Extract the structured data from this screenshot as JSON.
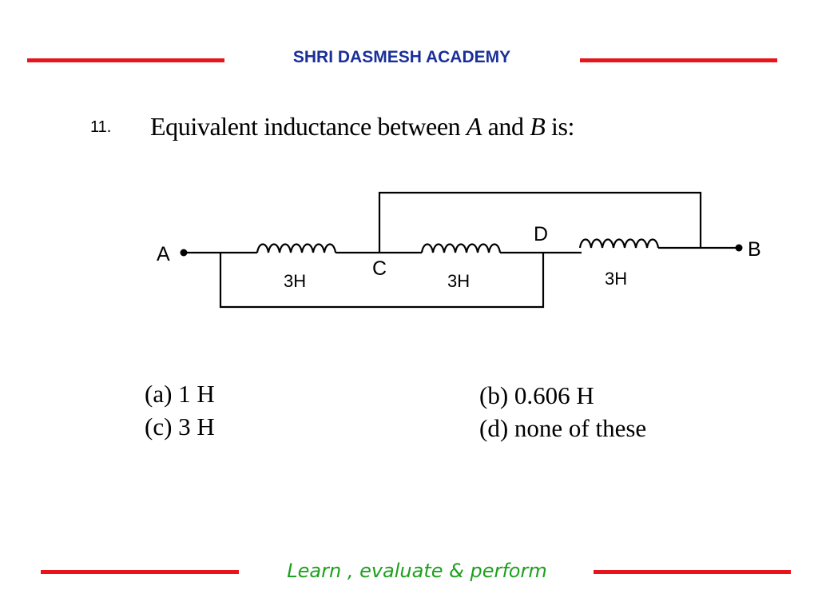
{
  "header": {
    "title": "SHRI DASMESH ACADEMY"
  },
  "question": {
    "number": "11.",
    "text_start": "Equivalent inductance between ",
    "point_a": "A",
    "text_and": " and ",
    "point_b": "B",
    "text_end": " is:"
  },
  "circuit": {
    "node_a": "A",
    "node_b": "B",
    "node_c": "C",
    "node_d": "D",
    "inductor_1": "3H",
    "inductor_2": "3H",
    "inductor_3": "3H"
  },
  "options": {
    "a": "(a) 1 H",
    "b": "(b) 0.606 H",
    "c": "(c) 3 H",
    "d": "(d) none of these"
  },
  "footer": {
    "tagline": "Learn , evaluate & perform"
  },
  "colors": {
    "accent_red": "#e8141b",
    "header_blue": "#1a2f9a",
    "footer_green": "#1da01d"
  }
}
